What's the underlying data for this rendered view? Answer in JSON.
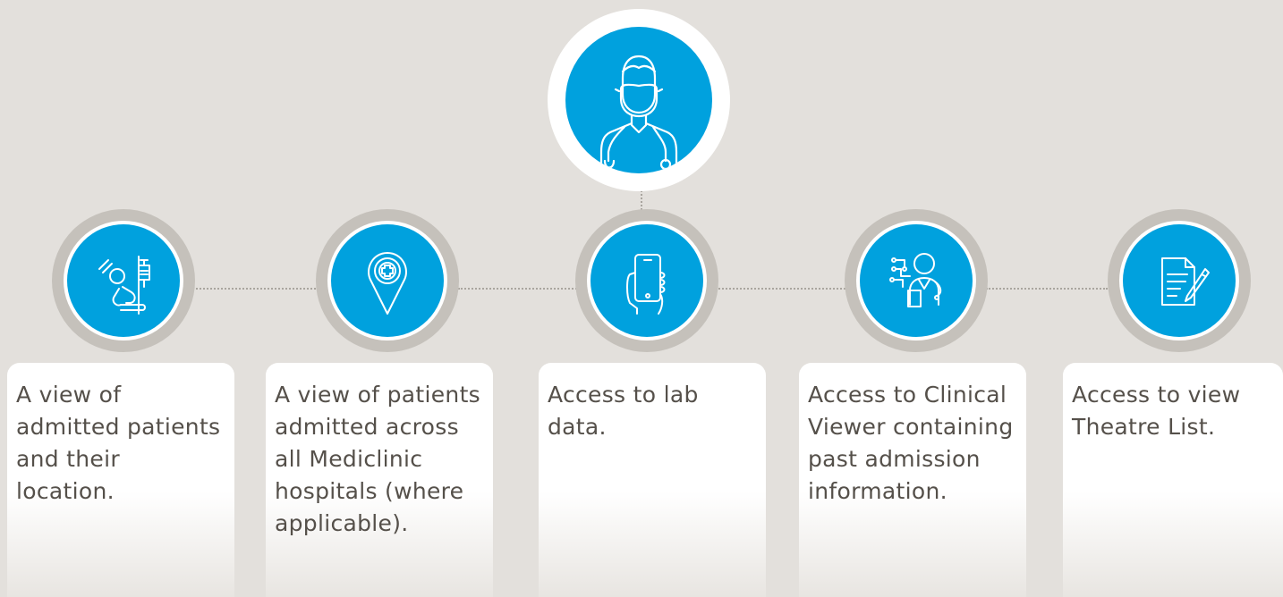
{
  "colors": {
    "accent": "#00a1de",
    "ring": "#c5c1bb",
    "background": "#e3e0dc",
    "text": "#55504a"
  },
  "top_icon": "doctor-icon",
  "items": [
    {
      "icon": "patient-bed-iv-icon",
      "text": "A view of admitted patients and their location."
    },
    {
      "icon": "hospital-location-pin-icon",
      "text": "A view of patients admitted across all Mediclinic hospitals (where applicable)."
    },
    {
      "icon": "mobile-phone-hand-icon",
      "text": "Access to lab data."
    },
    {
      "icon": "clinical-viewer-doctor-icon",
      "text": "Access to Clinical Viewer containing past admission information."
    },
    {
      "icon": "document-edit-icon",
      "text": "Access to view Theatre List."
    }
  ]
}
